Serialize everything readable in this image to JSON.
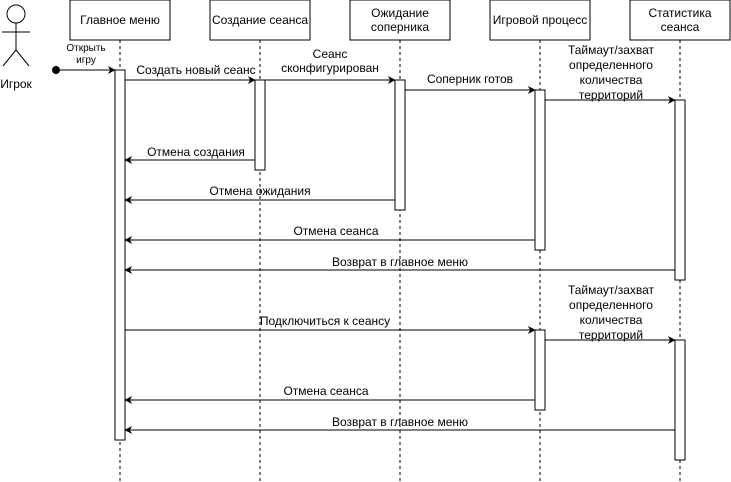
{
  "actor": {
    "label": "Игрок"
  },
  "lifelines": [
    {
      "id": "menu",
      "label": [
        "Главное меню"
      ]
    },
    {
      "id": "create",
      "label": [
        "Создание сеанса"
      ]
    },
    {
      "id": "wait",
      "label": [
        "Ожидание",
        "соперника"
      ]
    },
    {
      "id": "game",
      "label": [
        "Игровой процесс"
      ]
    },
    {
      "id": "stats",
      "label": [
        "Статистика",
        "сеанса"
      ]
    }
  ],
  "messages": [
    {
      "from": "actor",
      "to": "menu",
      "label": [
        "Открыть",
        "игру"
      ]
    },
    {
      "from": "menu",
      "to": "create",
      "label": [
        "Создать новый сеанс"
      ]
    },
    {
      "from": "create",
      "to": "wait",
      "label": [
        "Сеанс",
        "сконфигурирован"
      ]
    },
    {
      "from": "wait",
      "to": "game",
      "label": [
        "Соперник готов"
      ]
    },
    {
      "from": "game",
      "to": "stats",
      "label": [
        "Таймаут/захват",
        "определенного",
        "количества",
        "территорий"
      ]
    },
    {
      "from": "create",
      "to": "menu",
      "label": [
        "Отмена создания"
      ]
    },
    {
      "from": "wait",
      "to": "menu",
      "label": [
        "Отмена ожидания"
      ]
    },
    {
      "from": "game",
      "to": "menu",
      "label": [
        "Отмена сеанса"
      ]
    },
    {
      "from": "stats",
      "to": "menu",
      "label": [
        "Возврат в главное меню"
      ]
    },
    {
      "from": "menu",
      "to": "game",
      "label": [
        "Подключиться к сеансу"
      ]
    },
    {
      "from": "game",
      "to": "stats",
      "label": [
        "Таймаут/захват",
        "определенного",
        "количества",
        "территорий"
      ]
    },
    {
      "from": "game",
      "to": "menu",
      "label": [
        "Отмена сеанса"
      ]
    },
    {
      "from": "stats",
      "to": "menu",
      "label": [
        "Возврат в главное меню"
      ]
    }
  ]
}
